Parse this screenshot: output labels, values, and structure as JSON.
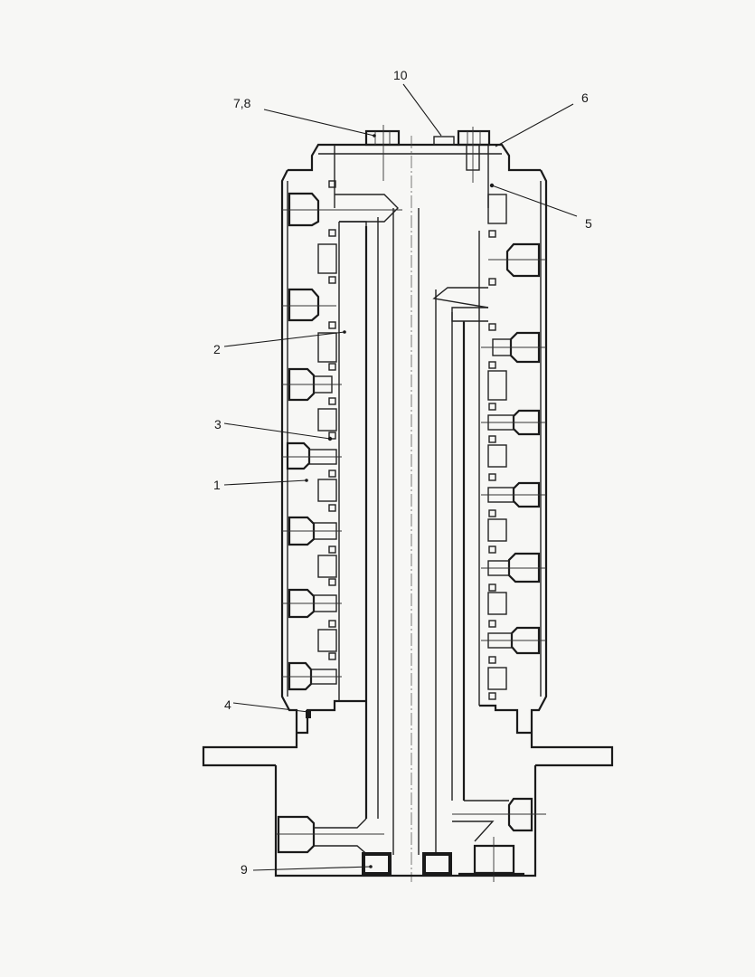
{
  "callouts": [
    "10",
    "7,8",
    "6",
    "5",
    "2",
    "3",
    "1",
    "4",
    "9"
  ],
  "colors": {
    "background": "#f7f7f5",
    "ink": "#1a1a1a"
  }
}
